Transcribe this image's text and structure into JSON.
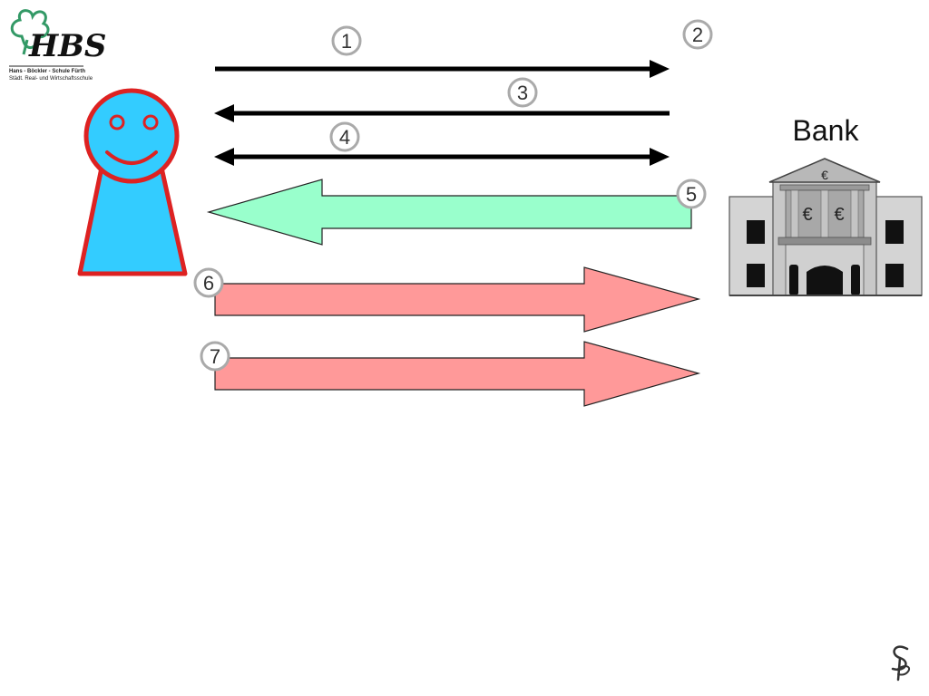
{
  "logo": {
    "initials": "HBS",
    "line1": "Hans - Böckler - Schule  Fürth",
    "line2": "Städt. Real- und Wirtschaftsschule"
  },
  "bank": {
    "label": "Bank",
    "euro_symbol": "€"
  },
  "steps": [
    {
      "number": "1",
      "direction": "to-bank",
      "style": "thin-arrow"
    },
    {
      "number": "2",
      "direction": "none",
      "style": "marker"
    },
    {
      "number": "3",
      "direction": "to-person",
      "style": "thin-arrow"
    },
    {
      "number": "4",
      "direction": "both",
      "style": "thin-arrow"
    },
    {
      "number": "5",
      "direction": "to-person",
      "style": "block-arrow",
      "color": "#99ffcc"
    },
    {
      "number": "6",
      "direction": "to-bank",
      "style": "block-arrow",
      "color": "#ff9999"
    },
    {
      "number": "7",
      "direction": "to-bank",
      "style": "block-arrow",
      "color": "#ff9999"
    }
  ],
  "colors": {
    "person_fill": "#33ccff",
    "person_outline": "#dd2222",
    "arrow_to_person_fill": "#99ffcc",
    "arrow_to_bank_fill": "#ff9999",
    "logo_clover": "#339966"
  }
}
